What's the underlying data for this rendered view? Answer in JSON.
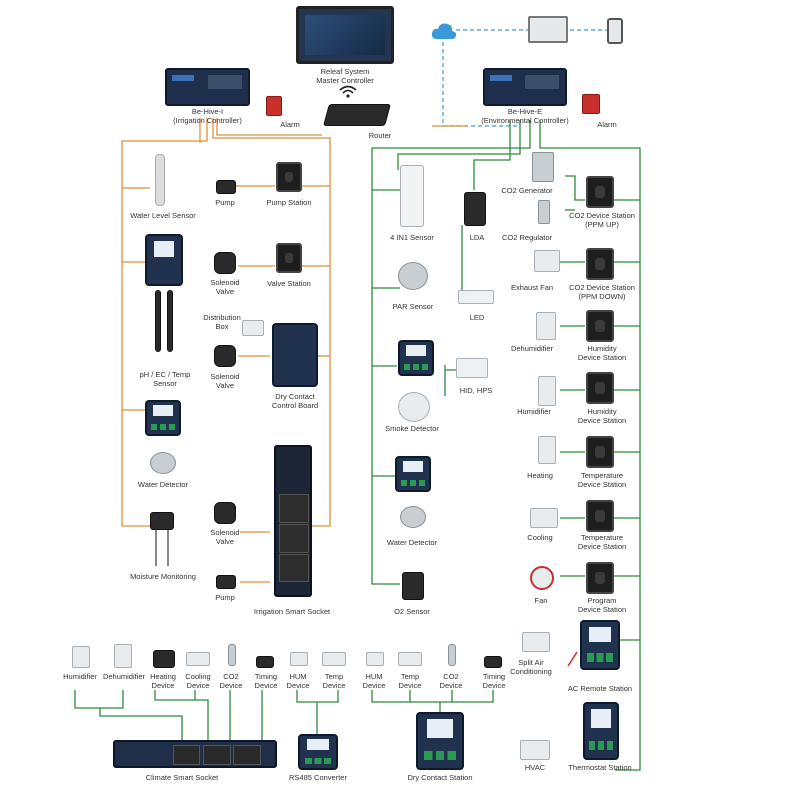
{
  "diagram": {
    "top": {
      "master": [
        "Releaf System",
        "Master Controller"
      ],
      "router": "Router",
      "irrigation_controller": [
        "Be-Hive-I",
        "(Irrigation Controller)"
      ],
      "environmental_controller": [
        "Be-Hive-E",
        "(Environmental Controller)"
      ],
      "alarm_left": "Alarm",
      "alarm_right": "Alarm"
    },
    "irrigation": {
      "water_level_sensor": "Water Level Sensor",
      "pump_1": "Pump",
      "pump_station": "Pump Station",
      "solenoid_valve_1": [
        "Solenoid",
        "Valve"
      ],
      "valve_station": "Valve Station",
      "distribution_box": [
        "Distribution",
        "Box"
      ],
      "ph_ec_sensor": [
        "pH / EC / Temp",
        "Sensor"
      ],
      "solenoid_valve_2": [
        "Solenoid",
        "Valve"
      ],
      "dry_contact_board": [
        "Dry Contact",
        "Control Board"
      ],
      "water_detector": "Water Detector",
      "solenoid_valve_3": [
        "Solenoid",
        "Valve"
      ],
      "moisture_monitoring": "Moisture Monitoring",
      "pump_2": "Pump",
      "irrigation_smart_socket": "Irrigation Smart Socket"
    },
    "environment": {
      "sensor_4in1": "4 IN1 Sensor",
      "lda": "LDA",
      "co2_generator": "CO2 Generator",
      "co2_regulator": "CO2 Regulator",
      "co2_station_up": [
        "CO2 Device Station",
        "(PPM UP)"
      ],
      "par_sensor": "PAR Sensor",
      "exhaust_fan": "Exhaust Fan",
      "co2_station_down": [
        "CO2 Device Station",
        "(PPM DOWN)"
      ],
      "led": "LED",
      "dehumidifier": "Dehumidifier",
      "humidity_station_1": [
        "Humidity",
        "Device Station"
      ],
      "hid_hps": "HID, HPS",
      "smoke_detector": "Smoke Detector",
      "humidifier": "Humidifier",
      "humidity_station_2": [
        "Humidity",
        "Device Station"
      ],
      "heating": "Heating",
      "temp_station_1": [
        "Temperature",
        "Device Station"
      ],
      "water_detector": "Water Detector",
      "cooling": "Cooling",
      "temp_station_2": [
        "Temperature",
        "Device Station"
      ],
      "fan": "Fan",
      "program_station": [
        "Program",
        "Device Station"
      ],
      "o2_sensor": "O2 Sensor",
      "split_air": [
        "Split Air",
        "Conditioning"
      ],
      "ac_remote_station": "AC Remote Station",
      "hvac": "HVAC",
      "thermostat_station": "Thermostat Station"
    },
    "bottom": {
      "humidifier": "Humidifier",
      "dehumidifier": "Dehumidifier",
      "heating_device": [
        "Heating",
        "Device"
      ],
      "cooling_device": [
        "Cooling",
        "Device"
      ],
      "co2_device_1": [
        "CO2",
        "Device"
      ],
      "timing_device_1": [
        "Timing",
        "Device"
      ],
      "hum_device_1": [
        "HUM",
        "Device"
      ],
      "temp_device_1": [
        "Temp",
        "Device"
      ],
      "hum_device_2": [
        "HUM",
        "Device"
      ],
      "temp_device_2": [
        "Temp",
        "Device"
      ],
      "co2_device_2": [
        "CO2",
        "Device"
      ],
      "timing_device_2": [
        "Timing",
        "Device"
      ],
      "climate_smart_socket": "Climate Smart Socket",
      "rs485_converter": "RS485 Converter",
      "dry_contact_station": "Dry Contact Station"
    }
  },
  "colors": {
    "irrigation_wire": "#d9923a",
    "environment_wire": "#2e8b3e",
    "network_wire": "#3a9ad9",
    "cloud": "#3a9ad9"
  }
}
